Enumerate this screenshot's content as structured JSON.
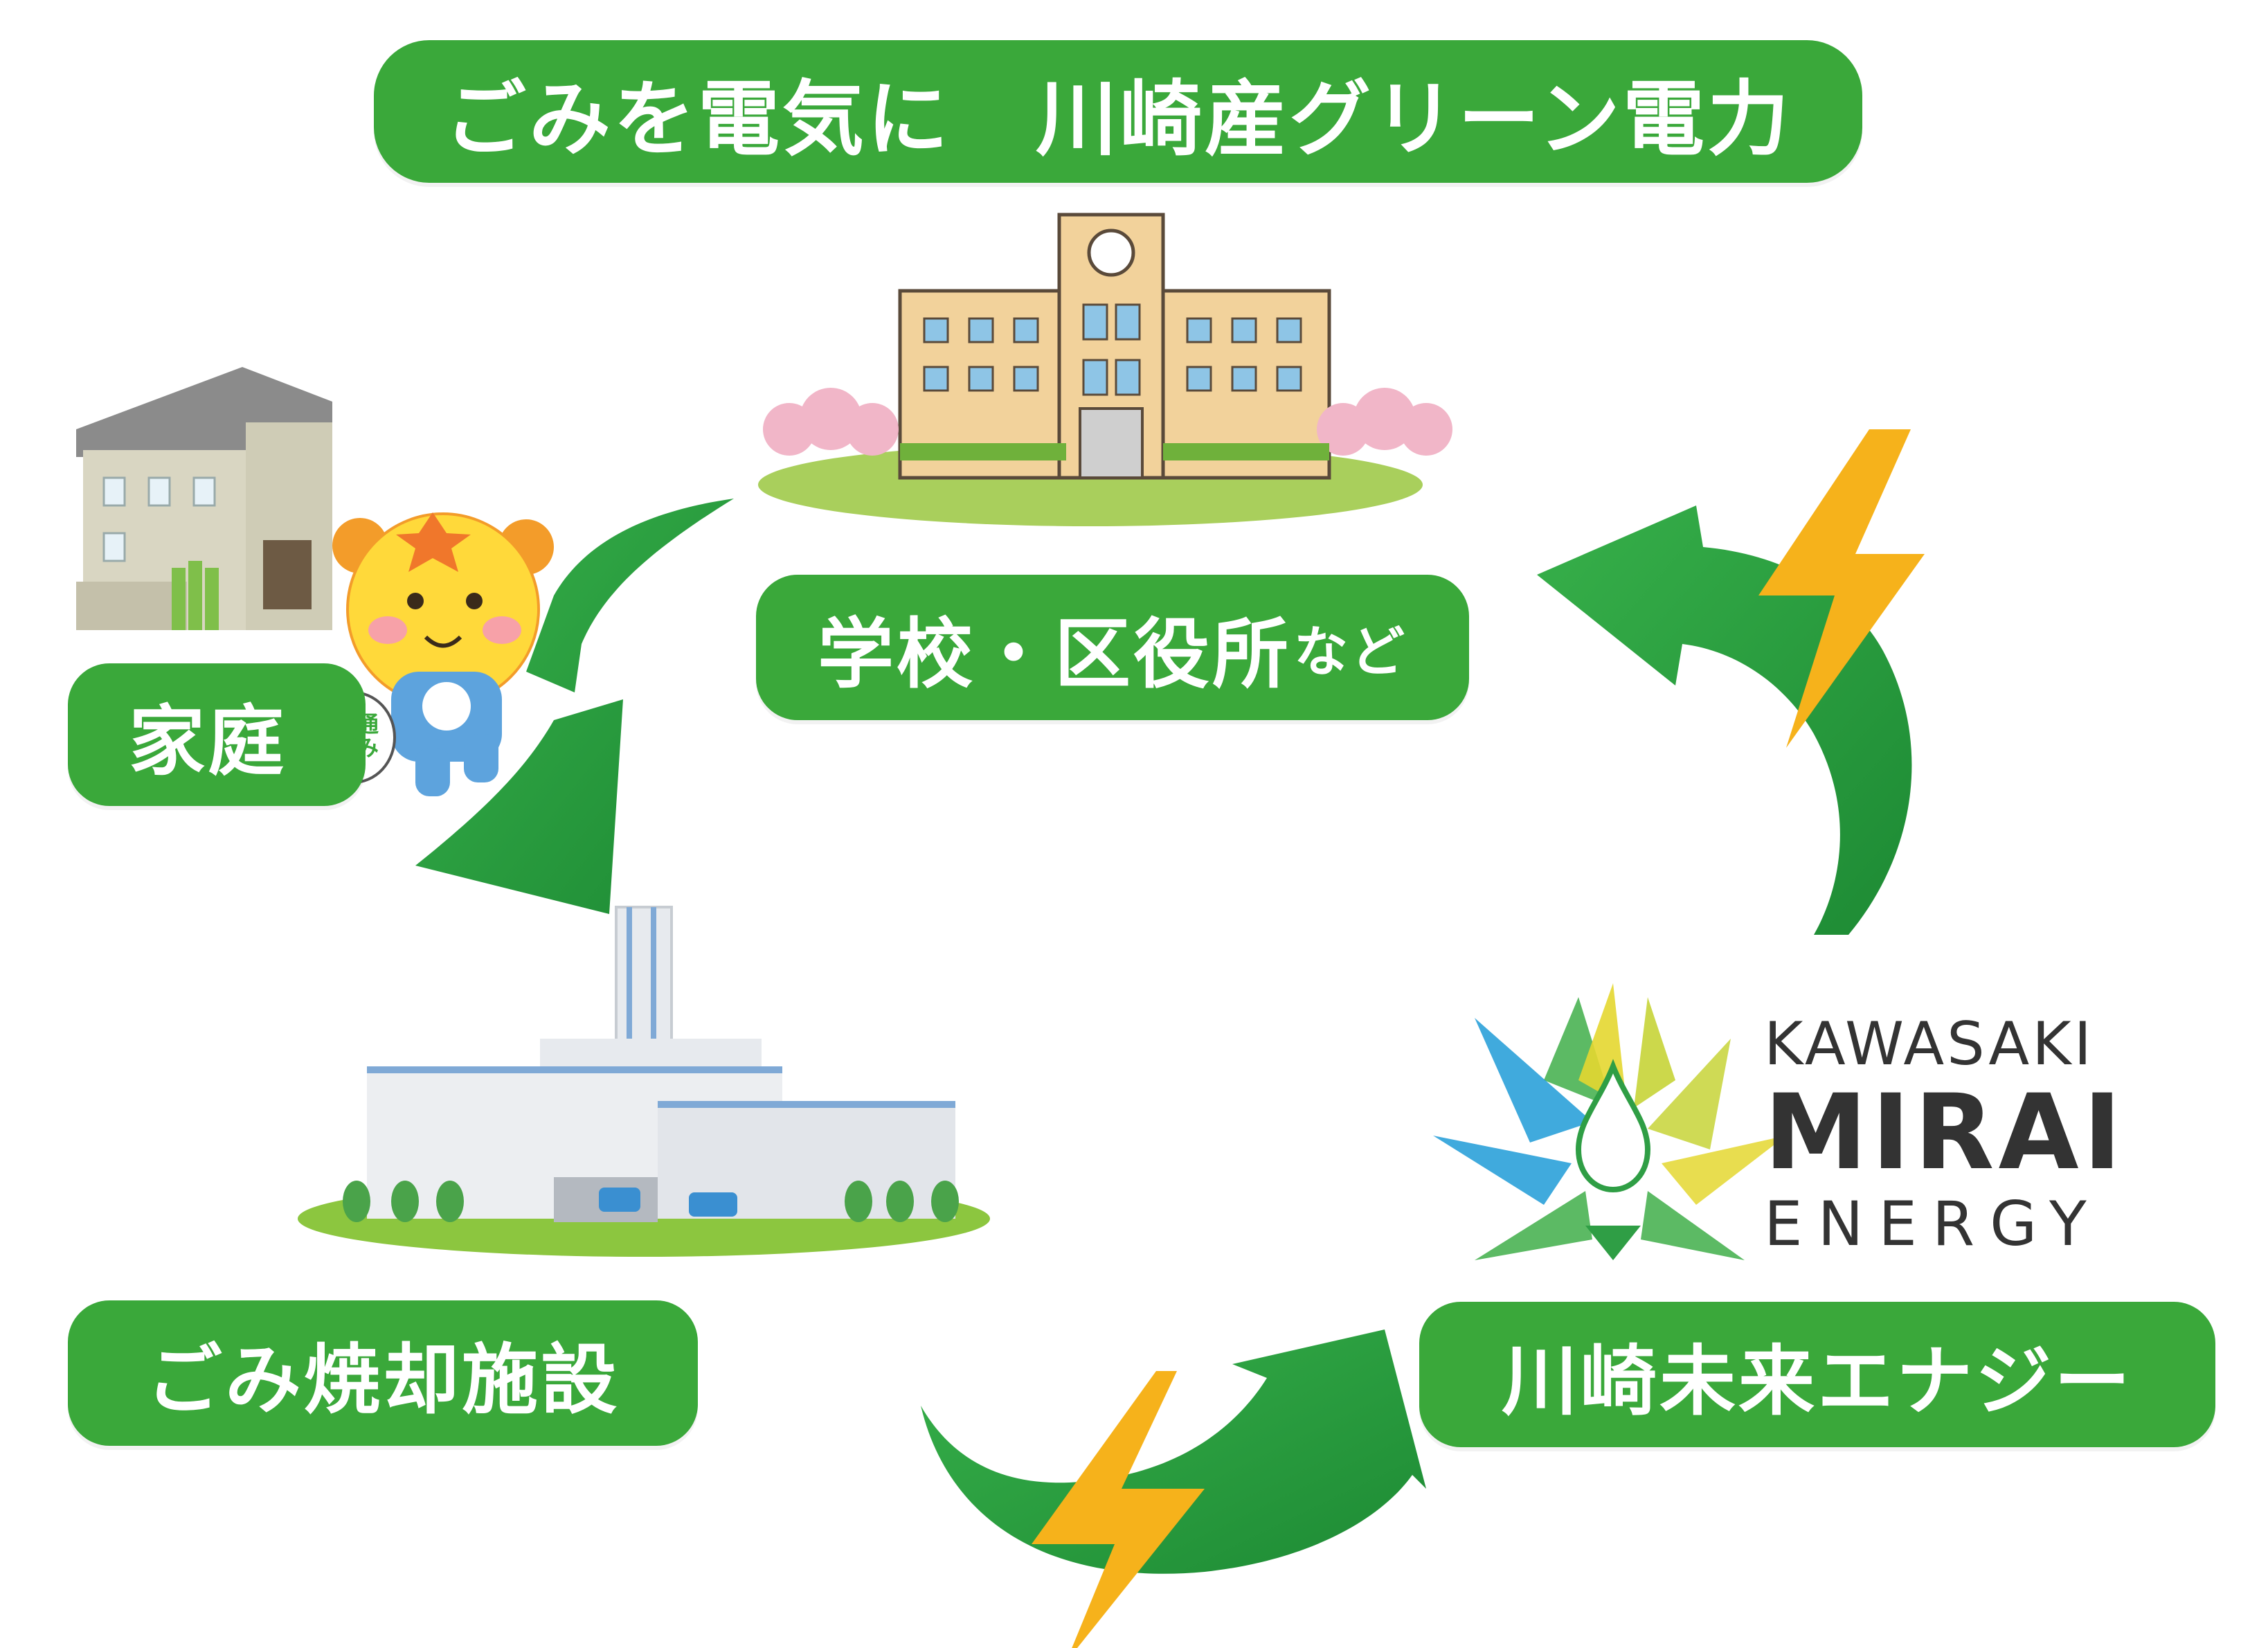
{
  "title": "ごみを電気に　川崎産グリーン電力",
  "nodes": {
    "home": "家庭",
    "school_main": "学校・区役所",
    "school_suffix": "など",
    "incinerator": "ごみ焼却施設",
    "mirai": "川崎未来エナジー"
  },
  "bag_label": "普通ごみ",
  "logo": {
    "line1": "KAWASAKI",
    "line2": "MIRAI",
    "line3": "ENERGY"
  },
  "colors": {
    "pill": "#3aa83a",
    "arrow": "#2e9e3e",
    "bolt": "#f6b21b"
  }
}
